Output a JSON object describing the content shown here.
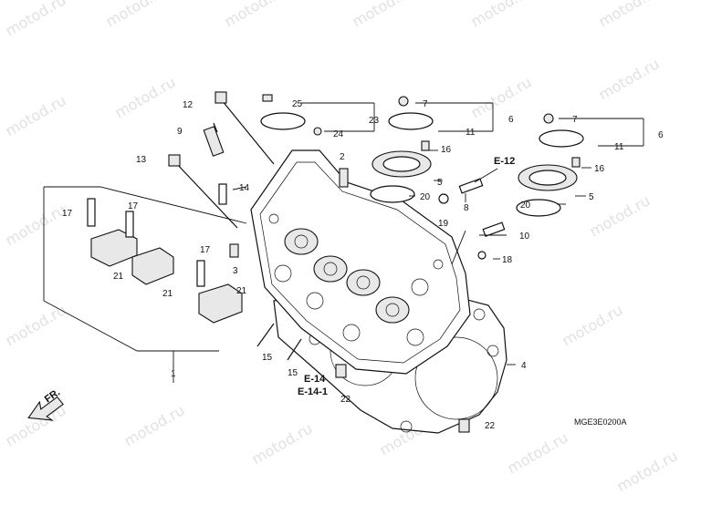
{
  "diagram": {
    "code_label": "MGE3E0200A",
    "direction_label": "FR.",
    "watermark": "motod.ru",
    "ref_labels": [
      "E-12",
      "E-14",
      "E-14-1"
    ],
    "callouts": [
      {
        "id": "c1",
        "text": "1"
      },
      {
        "id": "c2",
        "text": "2"
      },
      {
        "id": "c3",
        "text": "3"
      },
      {
        "id": "c4",
        "text": "4"
      },
      {
        "id": "c5a",
        "text": "5"
      },
      {
        "id": "c5b",
        "text": "5"
      },
      {
        "id": "c6a",
        "text": "6"
      },
      {
        "id": "c6b",
        "text": "6"
      },
      {
        "id": "c7a",
        "text": "7"
      },
      {
        "id": "c7b",
        "text": "7"
      },
      {
        "id": "c8",
        "text": "8"
      },
      {
        "id": "c9",
        "text": "9"
      },
      {
        "id": "c10",
        "text": "10"
      },
      {
        "id": "c11a",
        "text": "11"
      },
      {
        "id": "c11b",
        "text": "11"
      },
      {
        "id": "c12",
        "text": "12"
      },
      {
        "id": "c13",
        "text": "13"
      },
      {
        "id": "c14",
        "text": "14"
      },
      {
        "id": "c15a",
        "text": "15"
      },
      {
        "id": "c15b",
        "text": "15"
      },
      {
        "id": "c16a",
        "text": "16"
      },
      {
        "id": "c16b",
        "text": "16"
      },
      {
        "id": "c17a",
        "text": "17"
      },
      {
        "id": "c17b",
        "text": "17"
      },
      {
        "id": "c17c",
        "text": "17"
      },
      {
        "id": "c18",
        "text": "18"
      },
      {
        "id": "c19",
        "text": "19"
      },
      {
        "id": "c20a",
        "text": "20"
      },
      {
        "id": "c20b",
        "text": "20"
      },
      {
        "id": "c21a",
        "text": "21"
      },
      {
        "id": "c21b",
        "text": "21"
      },
      {
        "id": "c21c",
        "text": "21"
      },
      {
        "id": "c22a",
        "text": "22"
      },
      {
        "id": "c22b",
        "text": "22"
      },
      {
        "id": "c23",
        "text": "23"
      },
      {
        "id": "c24",
        "text": "24"
      },
      {
        "id": "c25",
        "text": "25"
      }
    ]
  }
}
